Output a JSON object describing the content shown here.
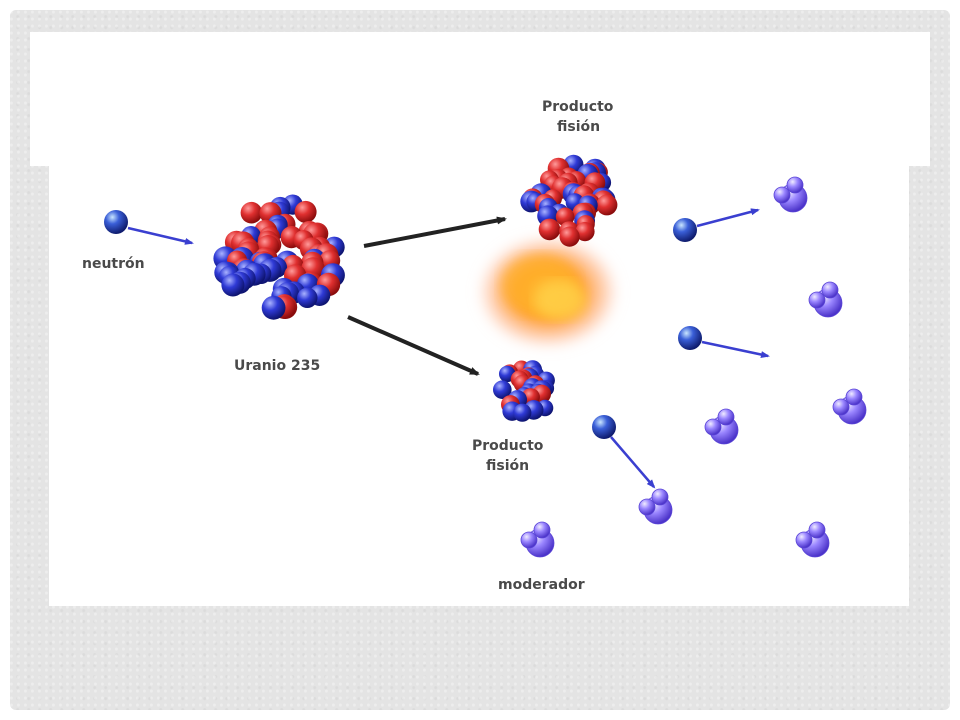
{
  "labels": {
    "neutron": "neutrón",
    "uranium": "Uranio 235",
    "product_top_line1": "Producto",
    "product_top_line2": "fisión",
    "product_bottom_line1": "Producto",
    "product_bottom_line2": "fisión",
    "moderator": "moderador"
  },
  "colors": {
    "proton": "#d42a2a",
    "neutron": "#2a35c8",
    "moderator": "#7f6cf0",
    "arrow": "#222222",
    "neutron_arrow": "#3a3fd0",
    "flame": "#ff9a1f"
  },
  "icons": {
    "uranium_nucleus": "nucleus-icon",
    "fission_product": "nucleus-icon",
    "free_neutron": "neutron-particle-icon",
    "moderator_molecule": "water-molecule-icon",
    "energy_release": "explosion-icon"
  }
}
